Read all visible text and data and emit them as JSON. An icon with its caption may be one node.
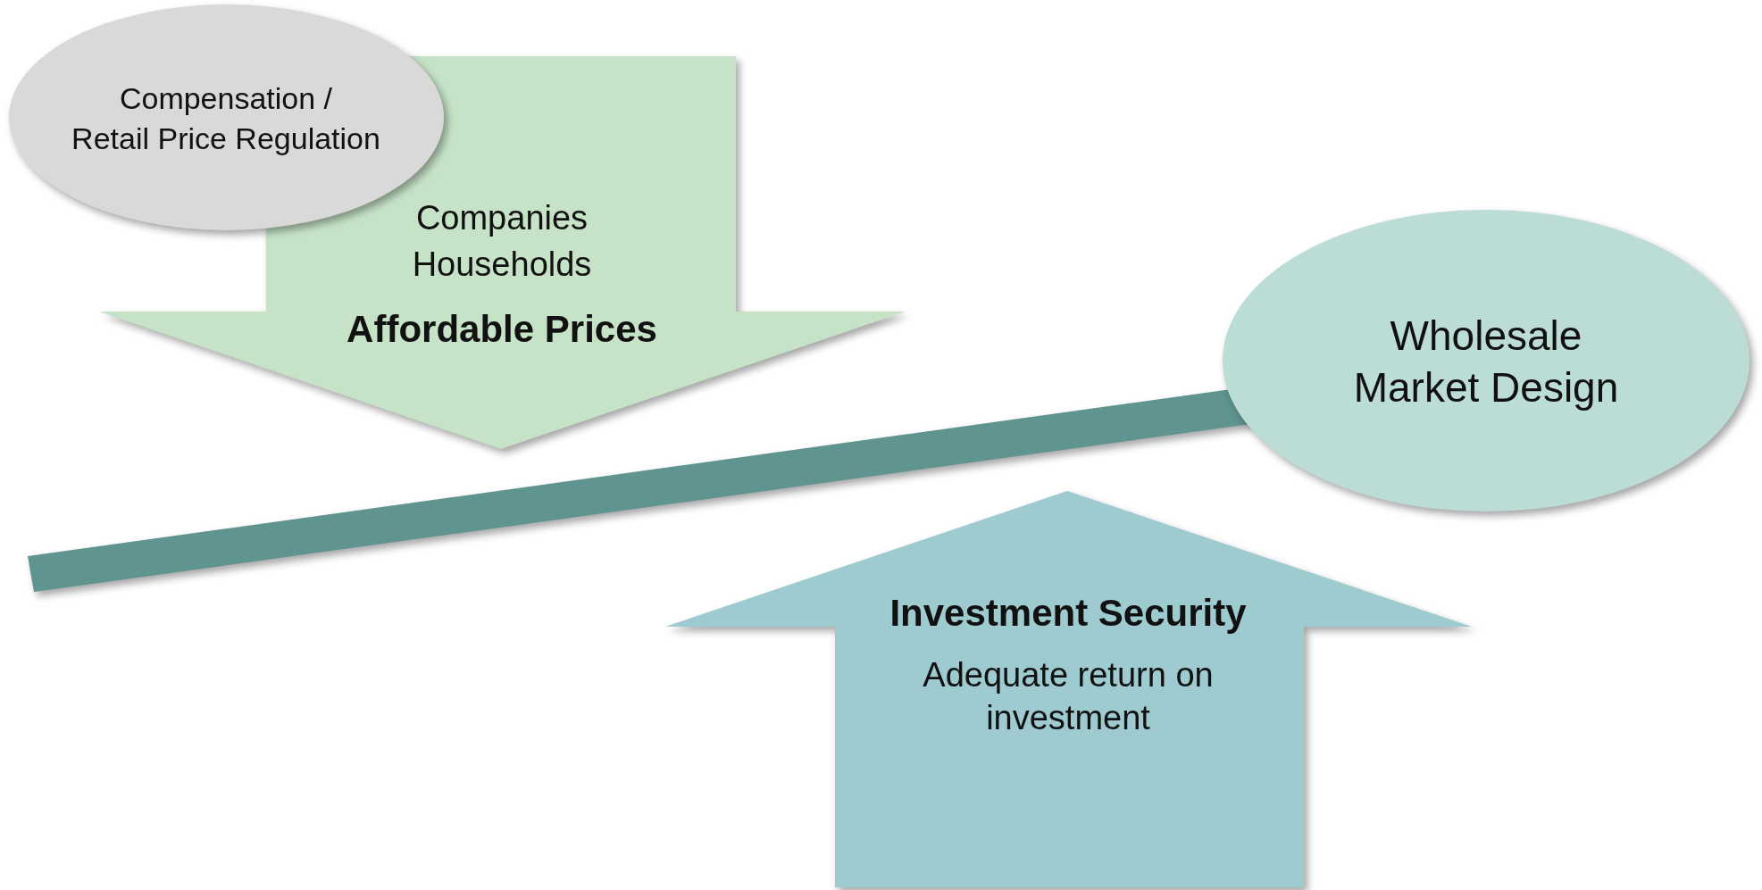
{
  "diagram": {
    "nodes": [
      {
        "text": [
          "Compensation /",
          "Retail Price Regulation"
        ]
      },
      {
        "text": [
          "Companies",
          "Households",
          "Affordable Prices"
        ]
      },
      {
        "text": [
          "Wholesale Market Design"
        ]
      },
      {
        "text": [],
        "shape": "bar"
      },
      {
        "text": [
          "Investment Security",
          "Adequate return on investment"
        ]
      }
    ],
    "edges": []
  }
}
